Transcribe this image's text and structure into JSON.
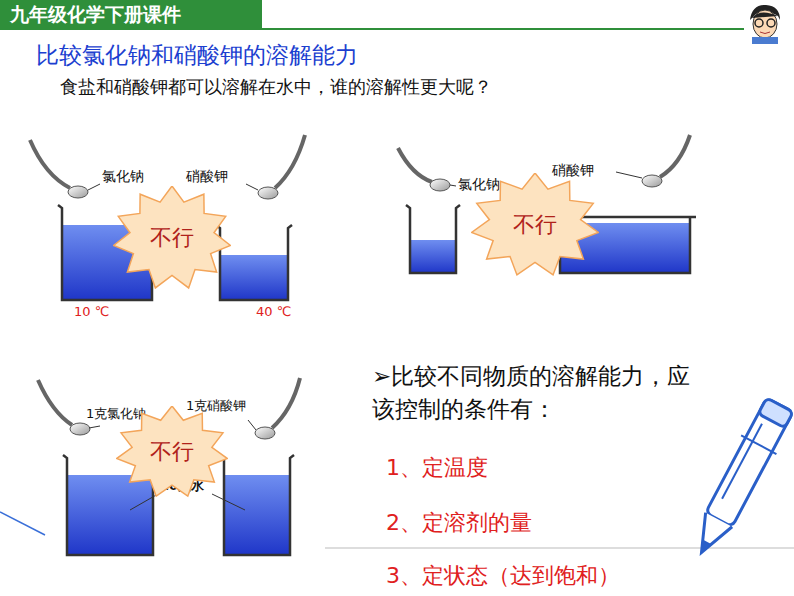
{
  "diagram": {
    "title": "比较氯化钠和硝酸钾的溶解能力",
    "nodes": [
      {
        "text": [
          "不行"
        ]
      },
      {
        "text": [
          "不行"
        ]
      },
      {
        "text": [
          "不行"
        ]
      }
    ],
    "labels": [
      "九年级化学下册课件",
      "食盐和硝酸钾都可以溶解在水中，谁的溶解性更大呢？",
      "氯化钠",
      "硝酸钾",
      "10 ℃",
      "40 ℃",
      "氯化钠",
      "硝酸钾",
      "1克氯化钠",
      "1克硝酸钾",
      "20克水",
      "➢比较不同物质的溶解能力，应该控制的条件有：",
      "1、定温度",
      "2、定溶剂的量",
      "3、定状态（达到饱和）"
    ]
  }
}
